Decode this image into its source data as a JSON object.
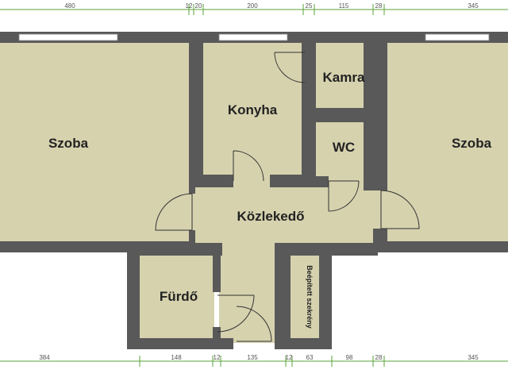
{
  "colors": {
    "floor": "#d6d2ae",
    "wall": "#595959",
    "wall_edge": "#3a3a3a",
    "window": "#ffffff",
    "dim_line": "#5aa33a",
    "door": "#333333"
  },
  "rooms": {
    "szoba_left": "Szoba",
    "konyha": "Konyha",
    "kamra": "Kamra",
    "wc": "WC",
    "szoba_right": "Szoba",
    "kozlekedo": "Közlekedő",
    "furdo": "Fürdő",
    "closet": "Beépített szekrény"
  },
  "dimensions_top": [
    "480",
    "12",
    "20",
    "200",
    "25",
    "115",
    "28",
    "345"
  ],
  "dimensions_bottom": [
    "384",
    "148",
    "12",
    "135",
    "12",
    "63",
    "98",
    "28",
    "345"
  ]
}
